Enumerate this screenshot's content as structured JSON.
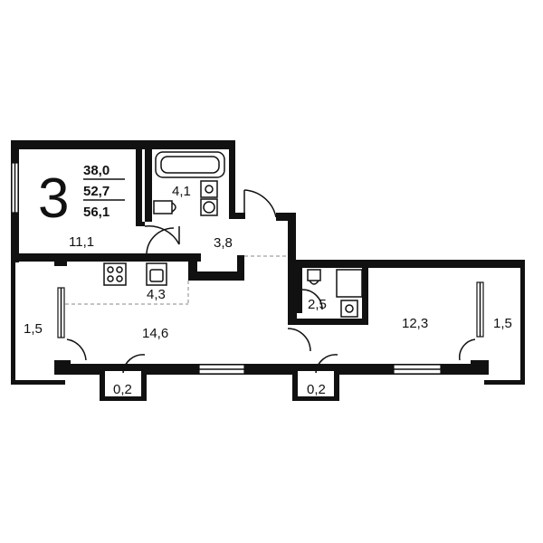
{
  "plan": {
    "rooms_count": "3",
    "areas": {
      "living": "38,0",
      "total": "52,7",
      "total_with_balcony": "56,1"
    },
    "rooms": {
      "bedroom_1": "11,1",
      "bathroom": "4,1",
      "hall": "3,8",
      "kitchen": "4,3",
      "loggia_left": "1,5",
      "living_room": "14,6",
      "closet_left": "0,2",
      "wc": "2,5",
      "bedroom_2": "12,3",
      "loggia_right": "1,5",
      "closet_right": "0,2"
    },
    "colors": {
      "wall": "#111111",
      "background": "#ffffff"
    }
  }
}
